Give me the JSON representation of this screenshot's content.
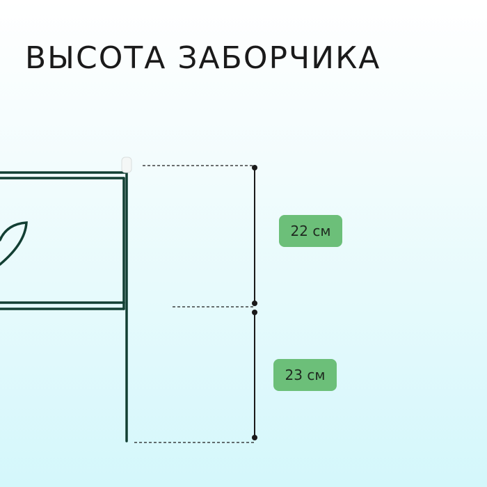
{
  "title": "ВЫСОТА ЗАБОРЧИКА",
  "measurements": [
    {
      "label": "22 см"
    },
    {
      "label": "23 см"
    }
  ],
  "colors": {
    "wire": "#123f33",
    "badge": "#6cbf79",
    "dimension_line": "#1a1a1a"
  }
}
